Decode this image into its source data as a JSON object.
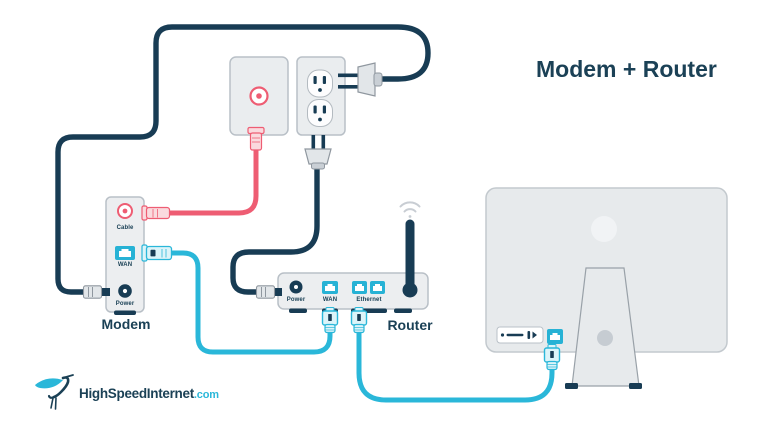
{
  "title": "Modem + Router",
  "logo": {
    "brand": "HighSpeedInternet",
    "tld": ".com",
    "icon": "heron-bird-icon"
  },
  "diagram": {
    "wall_plates": {
      "coax_plate": {
        "icon": "coax-connector-icon"
      },
      "power_outlet": {
        "receptacles": 2,
        "icon": "duplex-outlet-icon"
      }
    },
    "modem": {
      "name": "Modem",
      "ports": [
        {
          "label": "Cable",
          "type": "coax"
        },
        {
          "label": "WAN",
          "type": "ethernet"
        },
        {
          "label": "Power",
          "type": "power"
        }
      ]
    },
    "router": {
      "name": "Router",
      "ports": [
        {
          "label": "Power",
          "type": "power"
        },
        {
          "label": "WAN",
          "type": "ethernet"
        },
        {
          "label": "Ethernet",
          "type": "ethernet",
          "count": 2
        }
      ],
      "has_antenna": true,
      "signal_icon": "wifi-signal-icon"
    },
    "computer": {
      "type": "monitor-back-view",
      "ports": [
        "vent-strip",
        "ethernet"
      ]
    },
    "cables": [
      {
        "name": "modem-power-cord",
        "color": "#183C54",
        "from": "modem Power port",
        "to": "wall outlet top receptacle"
      },
      {
        "name": "router-power-cord",
        "color": "#183C54",
        "from": "wall outlet bottom receptacle",
        "to": "router Power port"
      },
      {
        "name": "coax-cable",
        "color": "#EE5D73",
        "from": "coax wall plate",
        "to": "modem Cable port"
      },
      {
        "name": "ethernet-cable-modem-router",
        "color": "#2AB7D9",
        "from": "modem WAN port",
        "to": "router WAN port"
      },
      {
        "name": "ethernet-cable-router-computer",
        "color": "#2AB7D9",
        "from": "router Ethernet port",
        "to": "computer ethernet port"
      }
    ]
  },
  "colors": {
    "navy": "#183C54",
    "pink": "#EE5D73",
    "pale_pink": "#FADADE",
    "teal": "#2AB7D9",
    "pale_teal": "#DCF4F9",
    "device_fill": "#EAEDEF",
    "device_border": "#B9C0C7",
    "title_text": "#1B4156",
    "wifi_gray": "#C8CDD3"
  }
}
